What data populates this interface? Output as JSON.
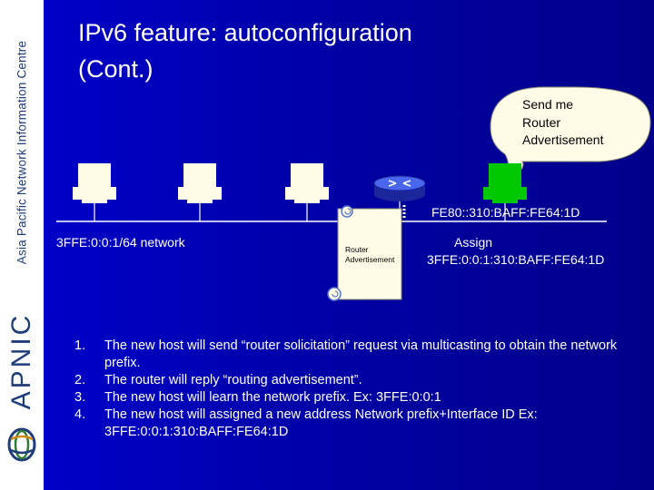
{
  "sidebar": {
    "org_name": "Asia Pacific Network Information Centre",
    "brand": "APNIC"
  },
  "slide": {
    "title_line1": "IPv6 feature: autoconfiguration",
    "title_line2": "(Cont.)"
  },
  "bubble": {
    "line1": "Send me",
    "line2": "Router",
    "line3": "Advertisement"
  },
  "router_address": "FE80::310:BAFF:FE64:1D",
  "network_label": "3FFE:0:0:1/64 network",
  "packet_label_line1": "Router",
  "packet_label_line2": "Advertisement",
  "assign": {
    "line1": "Assign",
    "line2": "3FFE:0:0:1:310:BAFF:FE64:1D"
  },
  "steps": [
    {
      "num": "1.",
      "text": "The new host will send “router solicitation” request via multicasting to obtain the network prefix."
    },
    {
      "num": "2.",
      "text": "The router will reply “routing advertisement”."
    },
    {
      "num": "3.",
      "text": "The new host will learn the network prefix. Ex: 3FFE:0:0:1"
    },
    {
      "num": "4.",
      "text": "The new host will assigned a new address Network prefix+Interface ID Ex: 3FFE:0:0:1:310:BAFF:FE64:1D"
    }
  ],
  "colors": {
    "background": "#0000a0",
    "host": "#fffbe6",
    "new_host": "#00c800",
    "router": "#2233cc",
    "bubble": "#fffbe6"
  }
}
